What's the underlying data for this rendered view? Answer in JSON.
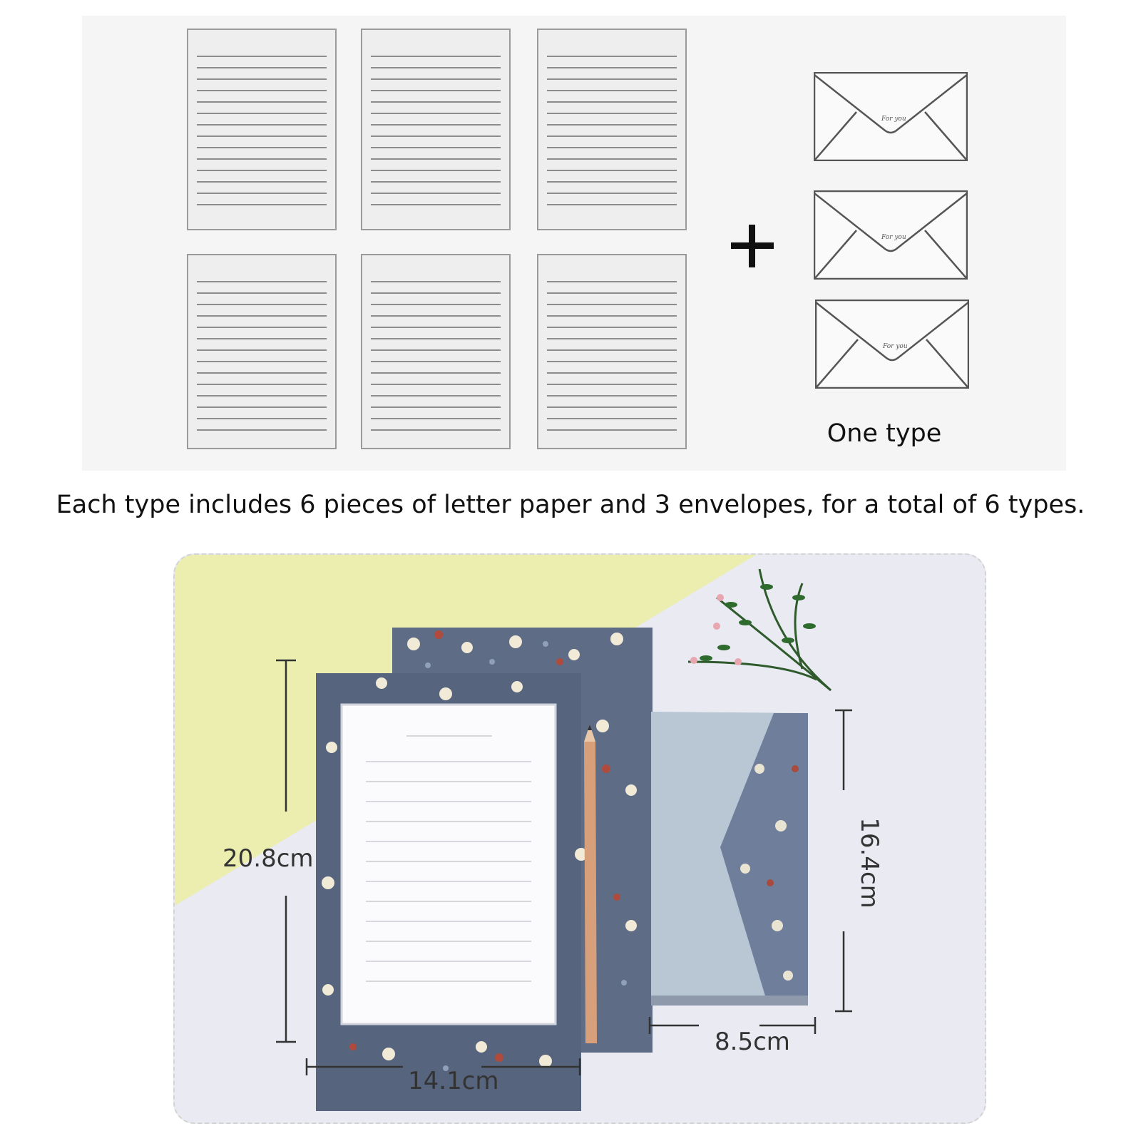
{
  "top": {
    "one_type_label": "One type",
    "envelope_script": "For you"
  },
  "caption": "Each type includes 6 pieces of letter paper and 3 envelopes, for a total of 6 types.",
  "dimensions": {
    "paper_height": "20.8cm",
    "paper_width": "14.1cm",
    "envelope_width": "8.5cm",
    "envelope_height": "16.4cm"
  },
  "colors": {
    "panel_bg": "#f5f5f5",
    "sheet_fill": "#eeeeee",
    "sheet_line": "#8c8c8c",
    "yellow": "#ebeeae",
    "slate": "#5d6a82",
    "envelope_blue": "#6f7e9a"
  }
}
